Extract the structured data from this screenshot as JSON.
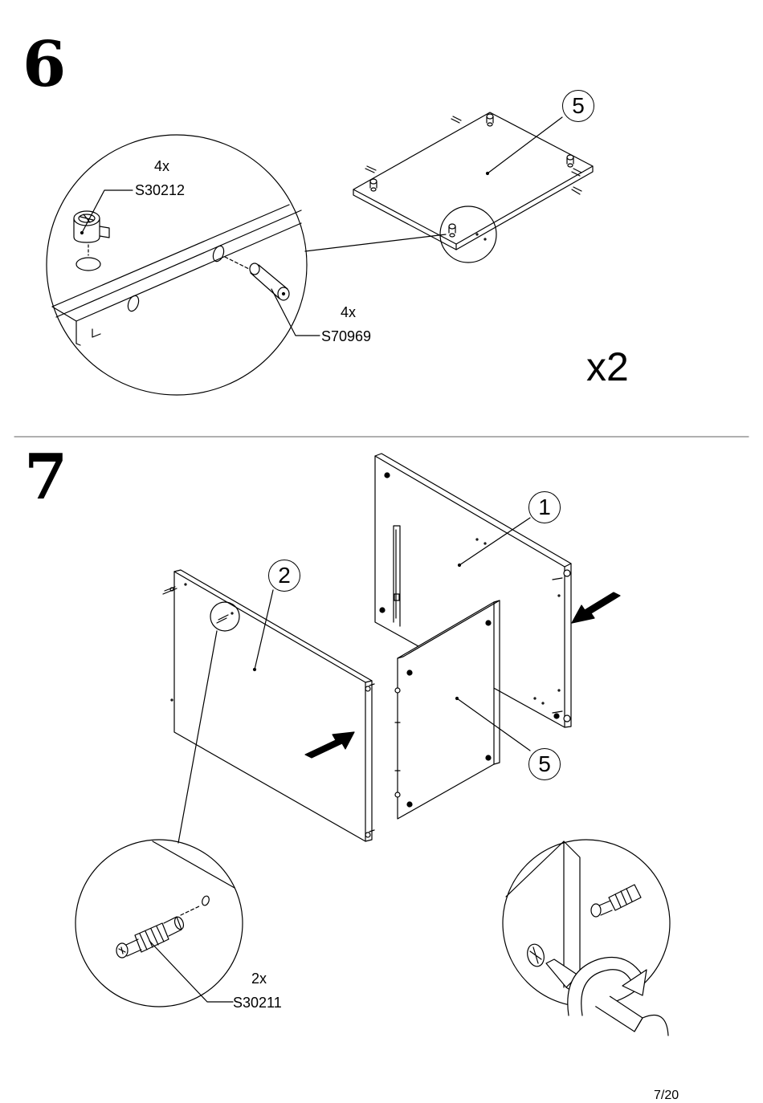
{
  "step6": {
    "number": "6",
    "callout_part": "5",
    "cam_fitting": {
      "qty": "4x",
      "code": "S30212"
    },
    "dowel": {
      "qty": "4x",
      "code": "S70969"
    },
    "repeat": "x2"
  },
  "step7": {
    "number": "7",
    "callout_side_a": "1",
    "callout_side_b": "2",
    "callout_panel": "5",
    "cam_bolt": {
      "qty": "2x",
      "code": "S30211"
    }
  },
  "page_number": "7/20",
  "colors": {
    "line": "#000000",
    "divider": "#808080",
    "background": "#ffffff"
  },
  "icons": [
    "cam-lock-icon",
    "dowel-icon",
    "cam-bolt-icon",
    "screwdriver-icon",
    "push-arrow-icon",
    "rotate-arrow-icon"
  ]
}
